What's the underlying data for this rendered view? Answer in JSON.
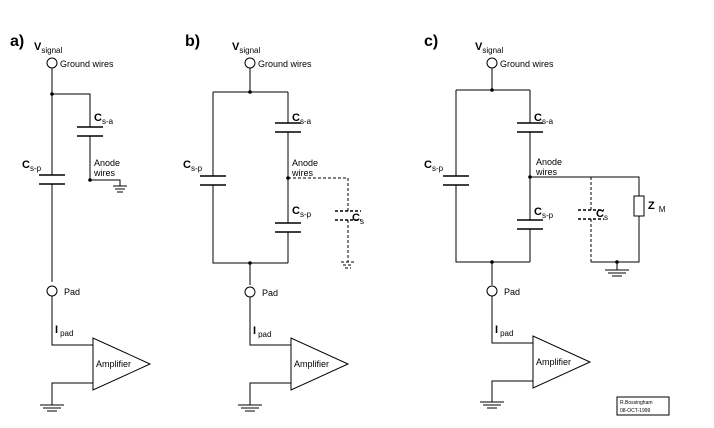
{
  "panels": [
    {
      "letter": "a)",
      "vsignal": {
        "main": "V",
        "sub": "signal"
      },
      "ground_wires": "Ground wires",
      "cap_sa": {
        "main": "C",
        "sub": "s-a"
      },
      "cap_sp": {
        "main": "C",
        "sub": "s-p"
      },
      "anode": "Anode",
      "wires": "wires",
      "pad": "Pad",
      "ipad": {
        "main": "I",
        "sub": "pad"
      },
      "amplifier": "Amplifier"
    },
    {
      "letter": "b)",
      "vsignal": {
        "main": "V",
        "sub": "signal"
      },
      "ground_wires": "Ground wires",
      "cap_sa": {
        "main": "C",
        "sub": "s-a"
      },
      "cap_sp_left": {
        "main": "C",
        "sub": "s-p"
      },
      "cap_sp_right": {
        "main": "C",
        "sub": "s-p"
      },
      "cap_s": {
        "main": "C",
        "sub": "s"
      },
      "anode": "Anode",
      "wires": "wires",
      "pad": "Pad",
      "ipad": {
        "main": "I",
        "sub": "pad"
      },
      "amplifier": "Amplifier"
    },
    {
      "letter": "c)",
      "vsignal": {
        "main": "V",
        "sub": "signal"
      },
      "ground_wires": "Ground wires",
      "cap_sa": {
        "main": "C",
        "sub": "s-a"
      },
      "cap_sp_left": {
        "main": "C",
        "sub": "s-p"
      },
      "cap_sp_right": {
        "main": "C",
        "sub": "s-p"
      },
      "cap_s": {
        "main": "C",
        "sub": "s"
      },
      "zm": {
        "main": "Z",
        "sub": "M"
      },
      "anode": "Anode",
      "wires": "wires",
      "pad": "Pad",
      "ipad": {
        "main": "I",
        "sub": "pad"
      },
      "amplifier": "Amplifier"
    }
  ],
  "stamp": {
    "author": "R.Bossingham",
    "date": "08-OCT-1999"
  }
}
